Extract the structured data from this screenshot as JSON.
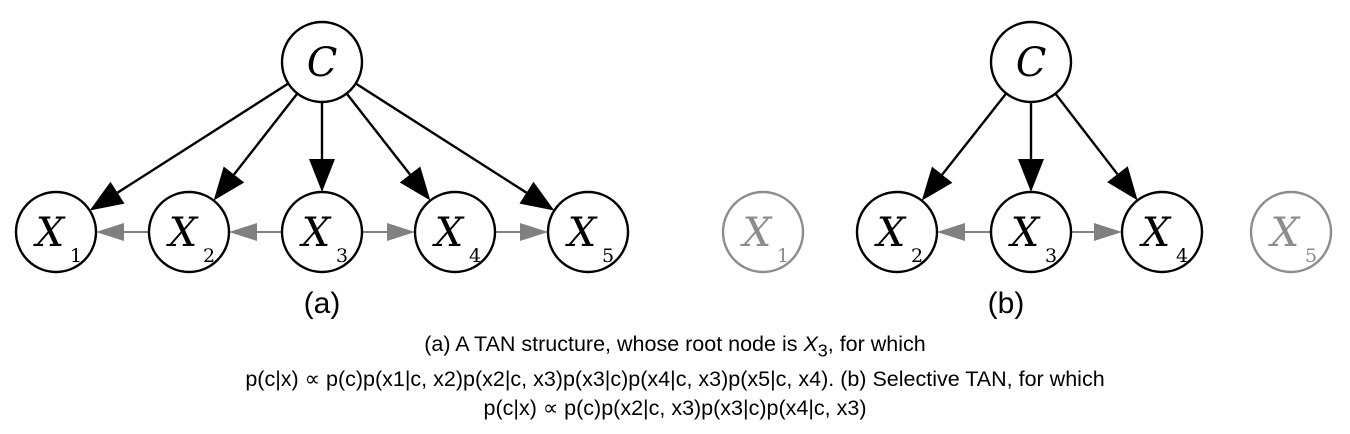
{
  "panels": [
    {
      "id": "a",
      "label": "(a)",
      "nodes": [
        {
          "id": "C",
          "letter": "C",
          "sub": "",
          "active": true
        },
        {
          "id": "X1",
          "letter": "X",
          "sub": "1",
          "active": true
        },
        {
          "id": "X2",
          "letter": "X",
          "sub": "2",
          "active": true
        },
        {
          "id": "X3",
          "letter": "X",
          "sub": "3",
          "active": true
        },
        {
          "id": "X4",
          "letter": "X",
          "sub": "4",
          "active": true
        },
        {
          "id": "X5",
          "letter": "X",
          "sub": "5",
          "active": true
        }
      ],
      "edges": [
        {
          "from": "C",
          "to": "X1",
          "kind": "class"
        },
        {
          "from": "C",
          "to": "X2",
          "kind": "class"
        },
        {
          "from": "C",
          "to": "X3",
          "kind": "class"
        },
        {
          "from": "C",
          "to": "X4",
          "kind": "class"
        },
        {
          "from": "C",
          "to": "X5",
          "kind": "class"
        },
        {
          "from": "X2",
          "to": "X1",
          "kind": "tree"
        },
        {
          "from": "X3",
          "to": "X2",
          "kind": "tree"
        },
        {
          "from": "X3",
          "to": "X4",
          "kind": "tree"
        },
        {
          "from": "X4",
          "to": "X5",
          "kind": "tree"
        }
      ]
    },
    {
      "id": "b",
      "label": "(b)",
      "nodes": [
        {
          "id": "C",
          "letter": "C",
          "sub": "",
          "active": true
        },
        {
          "id": "X1",
          "letter": "X",
          "sub": "1",
          "active": false
        },
        {
          "id": "X2",
          "letter": "X",
          "sub": "2",
          "active": true
        },
        {
          "id": "X3",
          "letter": "X",
          "sub": "3",
          "active": true
        },
        {
          "id": "X4",
          "letter": "X",
          "sub": "4",
          "active": true
        },
        {
          "id": "X5",
          "letter": "X",
          "sub": "5",
          "active": false
        }
      ],
      "edges": [
        {
          "from": "C",
          "to": "X2",
          "kind": "class"
        },
        {
          "from": "C",
          "to": "X3",
          "kind": "class"
        },
        {
          "from": "C",
          "to": "X4",
          "kind": "class"
        },
        {
          "from": "X3",
          "to": "X2",
          "kind": "tree"
        },
        {
          "from": "X3",
          "to": "X4",
          "kind": "tree"
        }
      ]
    }
  ],
  "colors": {
    "active_stroke": "#000000",
    "inactive_stroke": "#8c8c8c",
    "class_edge": "#000000",
    "tree_edge": "#808080"
  },
  "caption": {
    "line1": {
      "text": "(a) A TAN structure, whose root node is ",
      "var": "X",
      "sub": "3",
      "suffix": ", for which"
    },
    "line2": {
      "formula_a": "p(c|x) ∝ p(c)p(x1|c, x2)p(x2|c, x3)p(x3|c)p(x4|c, x3)p(x5|c, x4).",
      "text": " (b) Selective TAN, for which"
    },
    "line3": {
      "formula_b": "p(c|x) ∝ p(c)p(x2|c, x3)p(x3|c)p(x4|c, x3)"
    }
  }
}
